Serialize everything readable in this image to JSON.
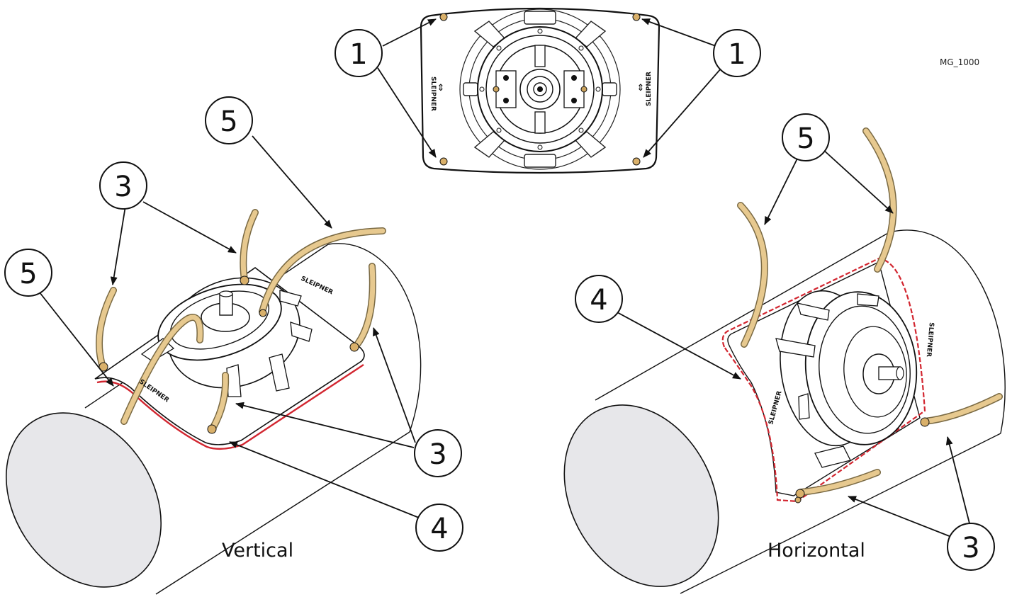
{
  "figure_code": "MG_1000",
  "brand_text": "SLEIPNER",
  "captions": {
    "vertical": "Vertical",
    "horizontal": "Horizontal"
  },
  "callouts": [
    {
      "id": "c1_left",
      "label": "1"
    },
    {
      "id": "c1_right",
      "label": "1"
    },
    {
      "id": "c5_vert_top",
      "label": "5"
    },
    {
      "id": "c3_vert_top",
      "label": "3"
    },
    {
      "id": "c5_vert_left",
      "label": "5"
    },
    {
      "id": "c3_vert_mid",
      "label": "3"
    },
    {
      "id": "c4_vert",
      "label": "4"
    },
    {
      "id": "c5_horiz",
      "label": "5"
    },
    {
      "id": "c4_horiz",
      "label": "4"
    },
    {
      "id": "c3_horiz",
      "label": "3"
    }
  ],
  "colors": {
    "seal": "#d22630",
    "hose": "#e7c98f",
    "hose_edge": "#7a6a44",
    "tube_face": "#e7e7ea",
    "line": "#111111"
  }
}
